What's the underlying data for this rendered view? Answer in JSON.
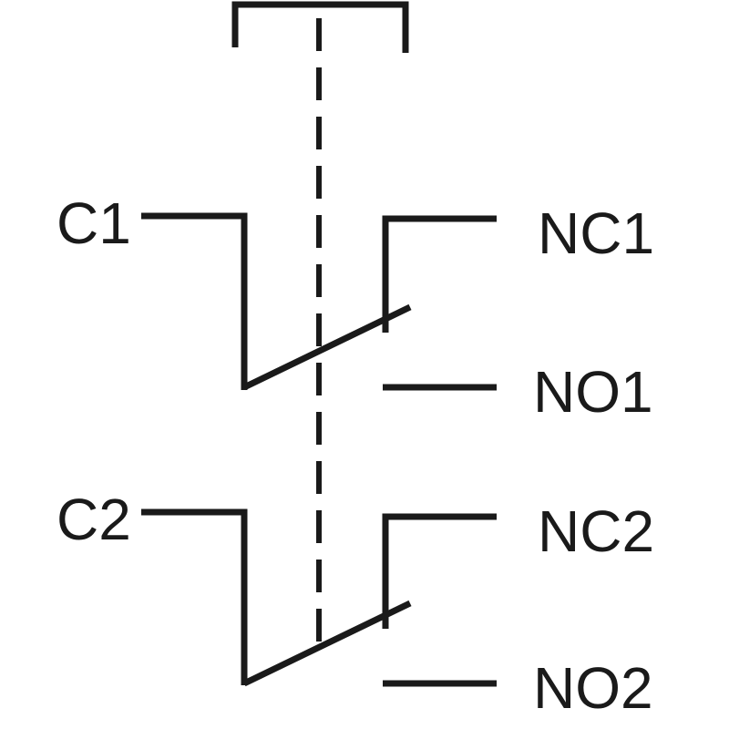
{
  "diagram": {
    "type": "double-pole double-throw pushbutton contact schematic",
    "stroke_color": "#1a1a1a",
    "background_color": "#ffffff",
    "labels": {
      "c1": "C1",
      "nc1": "NC1",
      "no1": "NO1",
      "c2": "C2",
      "nc2": "NC2",
      "no2": "NO2"
    }
  }
}
